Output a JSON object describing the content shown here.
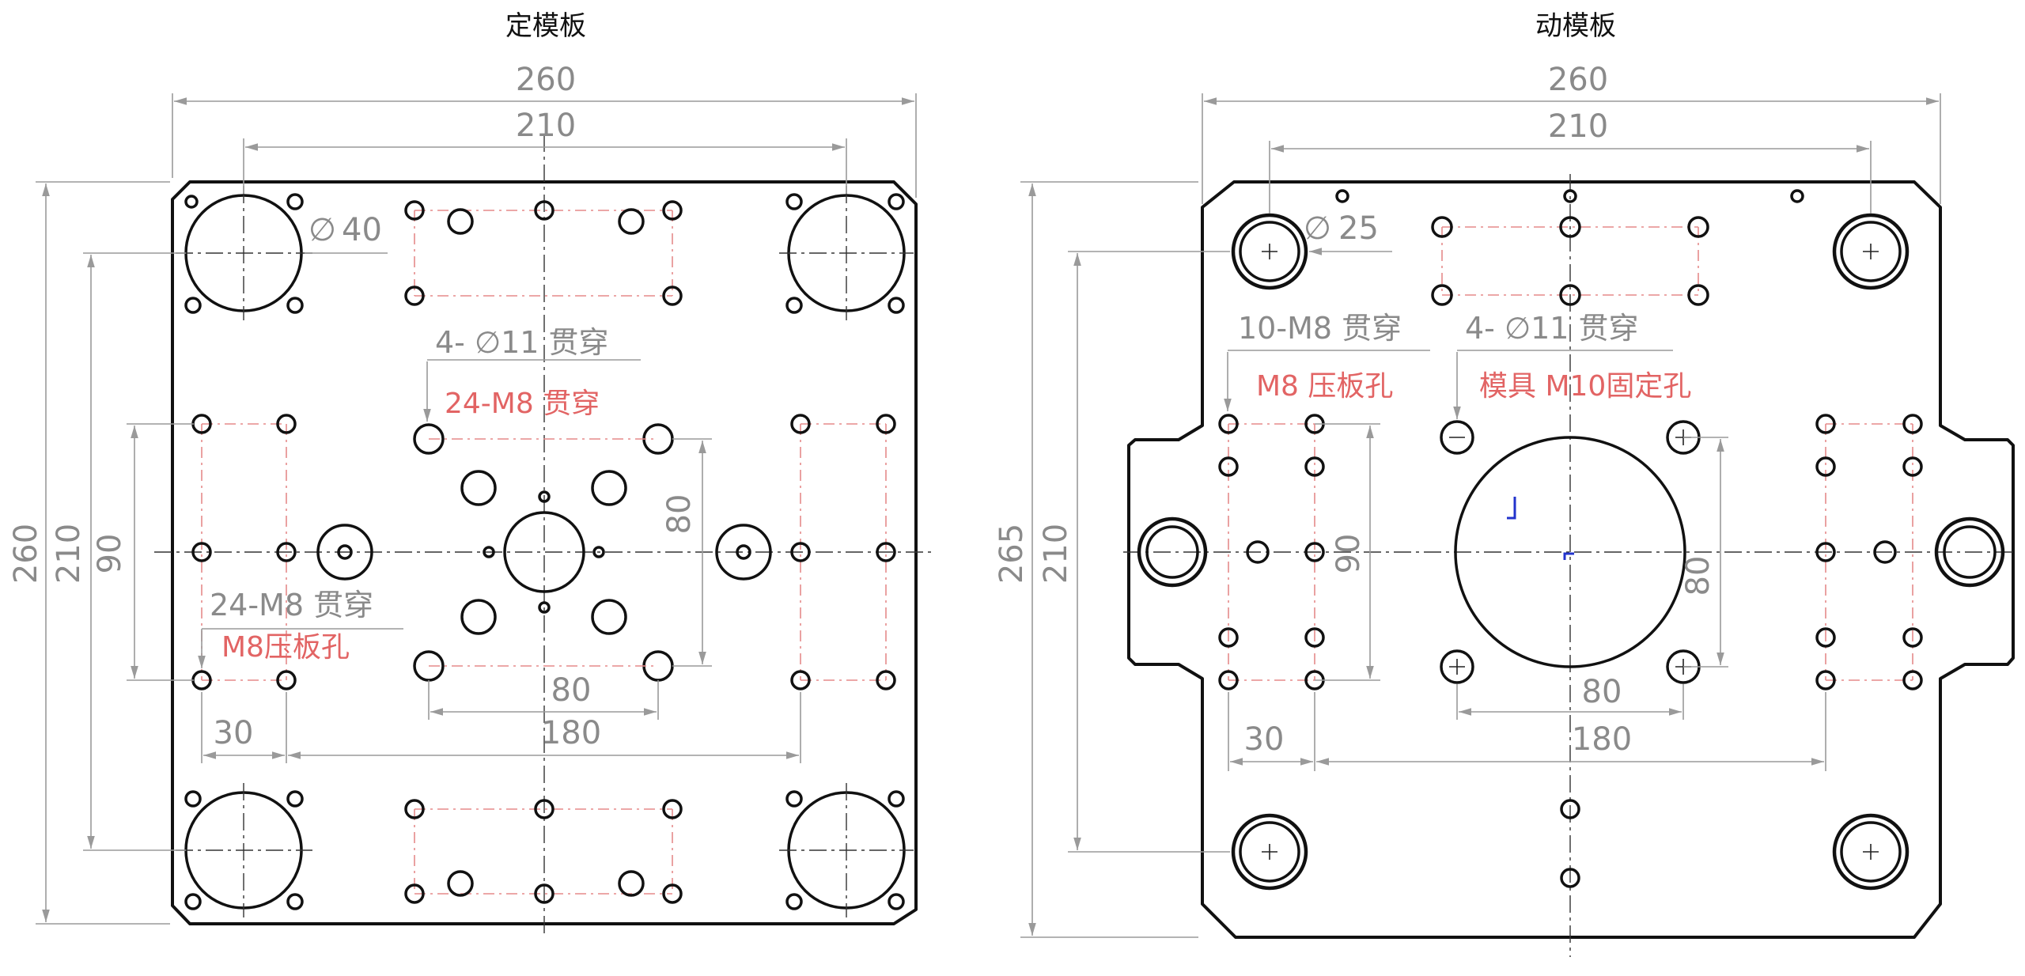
{
  "titles": {
    "fixed_plate": "定模板",
    "moving_plate": "动模板"
  },
  "fixed": {
    "dim_width_outer": "260",
    "dim_width_inner": "210",
    "dim_height_outer": "260",
    "dim_height_inner": "210",
    "dim_clamp_span_v": "90",
    "dim_hole_dia": "40",
    "note_through_holes": "4- ∅11 贯穿",
    "note_m8_through_red": "24-M8 贯穿",
    "note_m8_through": "24-M8 贯穿",
    "note_clamp_holes": "M8压板孔",
    "dim_center_v": "80",
    "dim_center_h": "80",
    "dim_span_180": "180",
    "dim_30": "30"
  },
  "moving": {
    "dim_width_outer": "260",
    "dim_width_inner": "210",
    "dim_height_outer": "265",
    "dim_height_inner": "210",
    "dim_hole_dia": "25",
    "note_m8_through": "10-M8 贯穿",
    "note_clamp_holes": "M8 压板孔",
    "note_through_holes": "4- ∅11 贯穿",
    "note_mold_fix": "模具 M10固定孔",
    "dim_clamp_span_v": "90",
    "dim_center_v": "80",
    "dim_center_h": "80",
    "dim_span_180": "180",
    "dim_30": "30"
  }
}
